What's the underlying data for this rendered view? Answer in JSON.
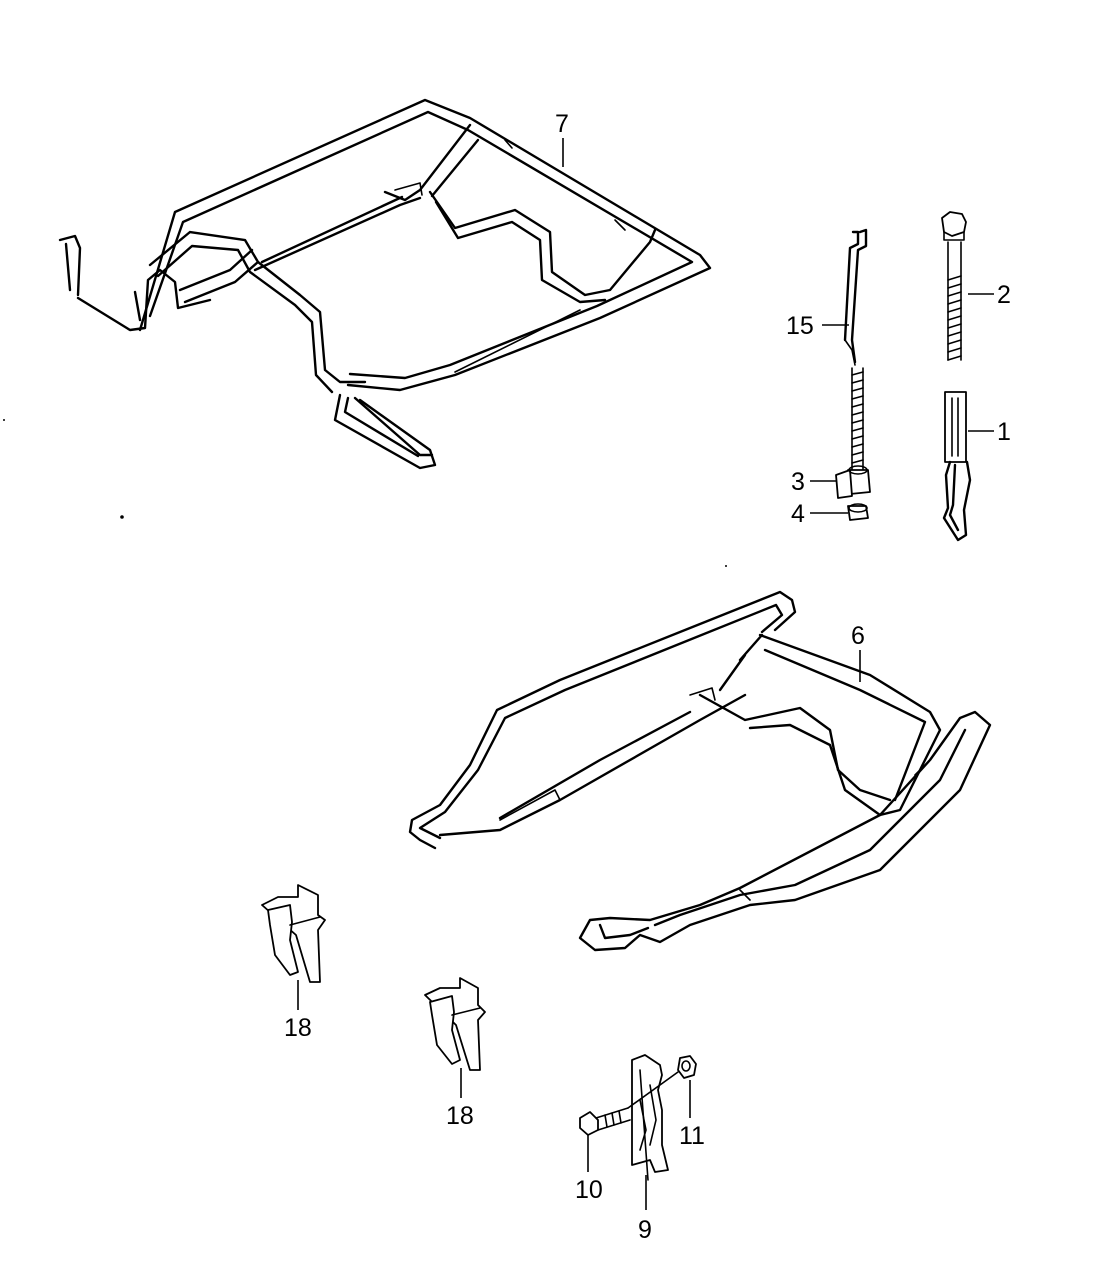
{
  "diagram": {
    "callouts": {
      "c7": "7",
      "c15": "15",
      "c2": "2",
      "c1": "1",
      "c3": "3",
      "c4": "4",
      "c6": "6",
      "c18a": "18",
      "c18b": "18",
      "c10": "10",
      "c11": "11",
      "c9": "9"
    }
  }
}
